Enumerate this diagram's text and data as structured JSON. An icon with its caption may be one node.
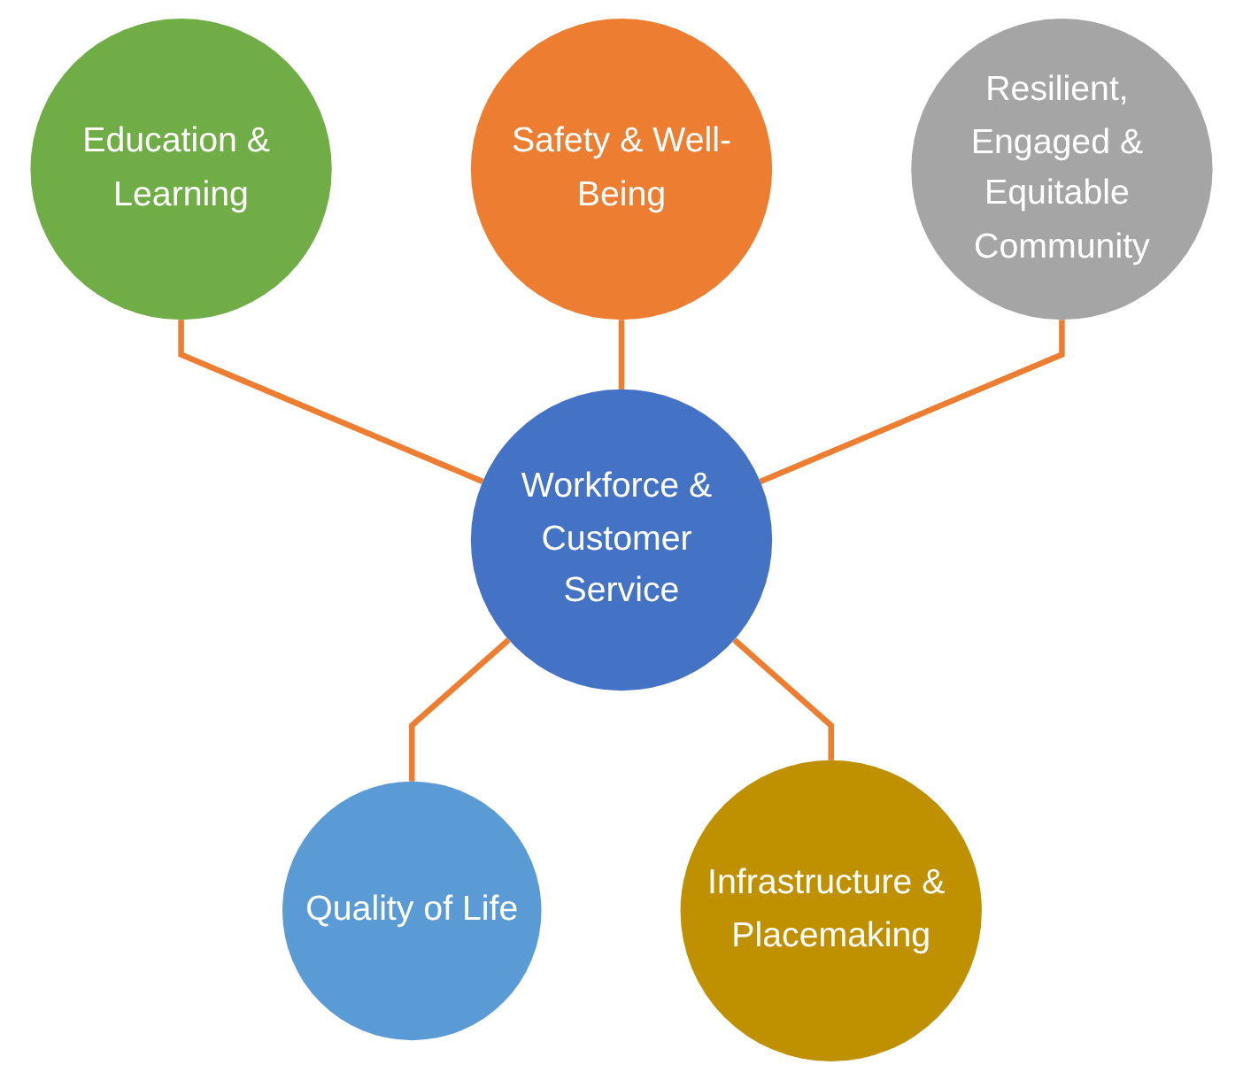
{
  "diagram": {
    "nodes": [
      {
        "text": [
          "Safety & Well-Being"
        ]
      },
      {
        "text": [
          "Education & Learning"
        ]
      },
      {
        "text": [
          "Resilient, Engaged & Equitable Community"
        ]
      },
      {
        "text": [
          "Workforce & Customer Service"
        ]
      },
      {
        "text": [
          "Quality of Life"
        ]
      },
      {
        "text": [
          "Infrastructure & Placemaking"
        ]
      }
    ],
    "edges": [
      {
        "from": 1,
        "to": 3,
        "arrow": "none"
      },
      {
        "from": 0,
        "to": 3,
        "arrow": "none"
      },
      {
        "from": 2,
        "to": 3,
        "arrow": "none"
      },
      {
        "from": 3,
        "to": 4,
        "arrow": "none"
      },
      {
        "from": 3,
        "to": 5,
        "arrow": "none"
      }
    ]
  }
}
